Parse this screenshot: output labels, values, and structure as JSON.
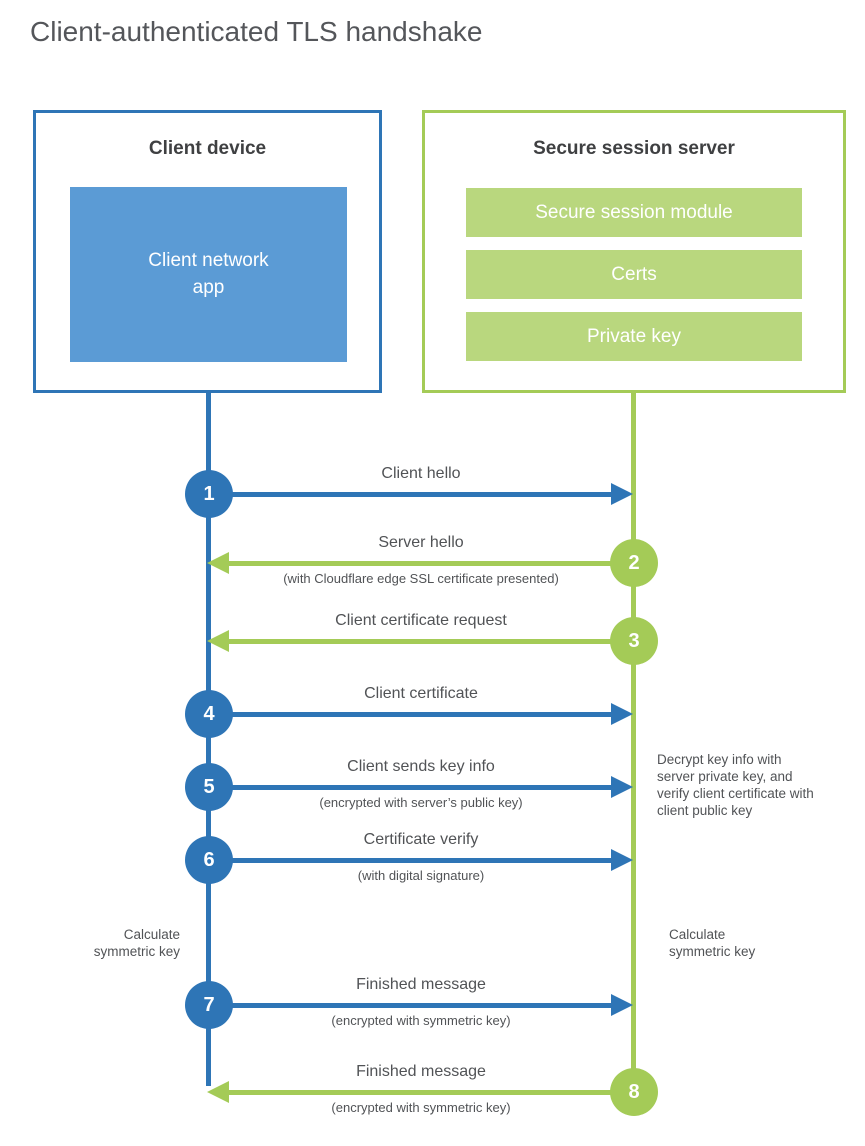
{
  "title": "Client-authenticated TLS handshake",
  "colors": {
    "blue": "#2e75b6",
    "blue-fill": "#5b9bd5",
    "green": "#a4cb57",
    "green-fill": "#b9d77e",
    "heading": "#3f4042",
    "title": "#54565a",
    "label": "#515356",
    "white": "#ffffff"
  },
  "client_box": {
    "title": "Client device",
    "app_label": "Client network app"
  },
  "server_box": {
    "title": "Secure session server",
    "modules": [
      "Secure session module",
      "Certs",
      "Private key"
    ]
  },
  "steps": [
    {
      "num": "1",
      "direction": "client-to-server",
      "label": "Client hello",
      "sub": ""
    },
    {
      "num": "2",
      "direction": "server-to-client",
      "label": "Server hello",
      "sub": "(with Cloudflare edge SSL certificate presented)"
    },
    {
      "num": "3",
      "direction": "server-to-client",
      "label": "Client certificate request",
      "sub": ""
    },
    {
      "num": "4",
      "direction": "client-to-server",
      "label": "Client certificate",
      "sub": ""
    },
    {
      "num": "5",
      "direction": "client-to-server",
      "label": "Client sends key info",
      "sub": "(encrypted with server’s public key)"
    },
    {
      "num": "6",
      "direction": "client-to-server",
      "label": "Certificate verify",
      "sub": "(with digital signature)"
    },
    {
      "num": "7",
      "direction": "client-to-server",
      "label": "Finished message",
      "sub": "(encrypted with symmetric key)"
    },
    {
      "num": "8",
      "direction": "server-to-client",
      "label": "Finished message",
      "sub": "(encrypted with symmetric key)"
    }
  ],
  "notes": {
    "decrypt": "Decrypt key info with server private key, and verify client certificate with client public key",
    "calculate_left": "Calculate symmetric key",
    "calculate_right": "Calculate symmetric key"
  }
}
